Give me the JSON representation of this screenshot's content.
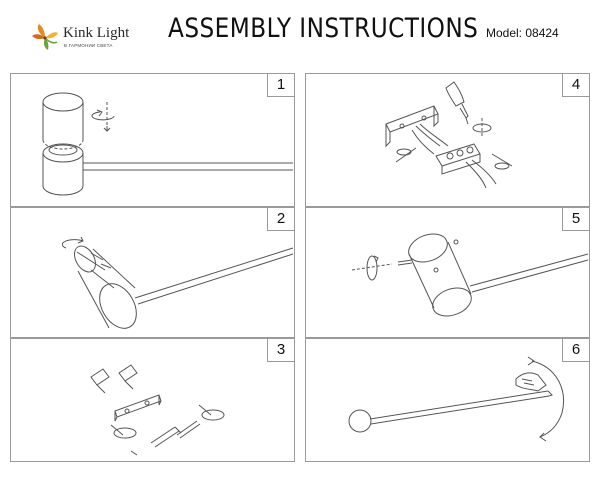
{
  "brand": {
    "name": "Kink Light",
    "tagline": "В ГАРМОНИИ СВЕТА",
    "logo_icon": "leaf-flower-logo"
  },
  "document": {
    "title": "ASSEMBLY INSTRUCTIONS",
    "model": "Model: 08424"
  },
  "steps": [
    {
      "number": "1",
      "illustration": "rotate-cylinder-shade-off-arm"
    },
    {
      "number": "2",
      "illustration": "rotate-shade-on-arm"
    },
    {
      "number": "3",
      "illustration": "mount-bracket-with-screws-and-anchors"
    },
    {
      "number": "4",
      "illustration": "connect-wires-to-terminal-block"
    },
    {
      "number": "5",
      "illustration": "fasten-lamp-body-to-bracket-with-screw"
    },
    {
      "number": "6",
      "illustration": "adjust-arm-angle"
    }
  ],
  "colors": {
    "border": "#9a9a9a",
    "line": "#555555",
    "logo_orange": "#e58a1f",
    "logo_green": "#6aa33a"
  }
}
